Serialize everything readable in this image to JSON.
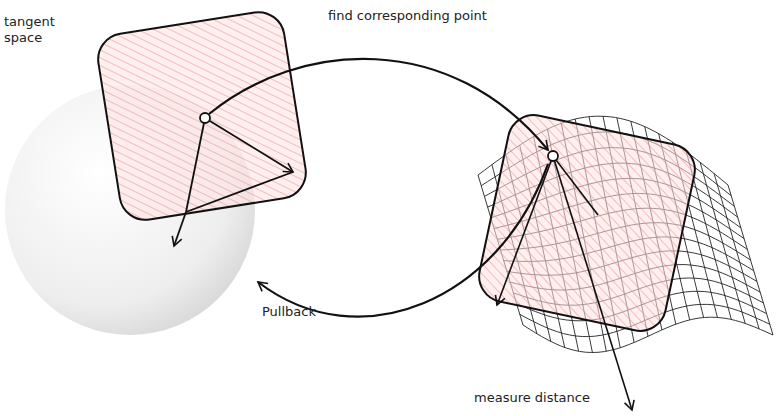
{
  "diagram": {
    "labels": [
      "tangent space",
      "find corresponding point",
      "Pullback",
      "measure distance"
    ]
  }
}
